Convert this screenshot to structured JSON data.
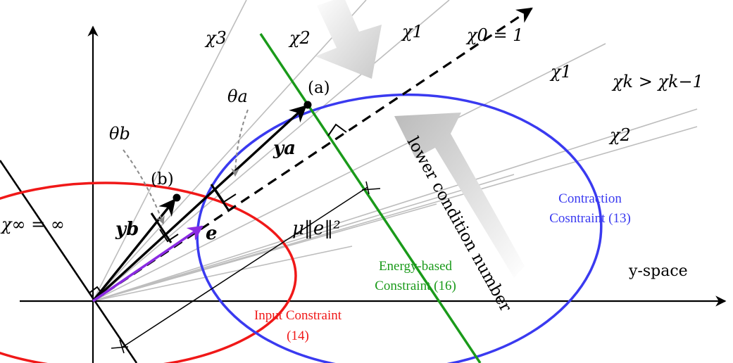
{
  "chi_labels": {
    "chi3": "χ3",
    "chi2_top": "χ2",
    "chi1_top": "χ1",
    "chi0": "χ0 = 1",
    "chi1_right": "χ1",
    "chi_k": "χk > χk−1",
    "chi2_right": "χ2",
    "chi_inf": "χ∞ = ∞"
  },
  "angles": {
    "theta_a": "θa",
    "theta_b": "θb"
  },
  "points": {
    "a": "(a)",
    "b": "(b)"
  },
  "vectors": {
    "y_a": "ya",
    "y_b": "yb",
    "e": "e"
  },
  "mu_label": "μ‖e‖²",
  "condition_label": "lower condition number",
  "space_label": "y-space",
  "constraints": {
    "contraction": {
      "line1": "Contraction",
      "line2": "Cosntraint (13)",
      "color": "#3a3af0"
    },
    "energy": {
      "line1": "Energy-based",
      "line2": "Constraint (16)",
      "color": "#1a9a1a"
    },
    "input": {
      "line1": "Input Constraint",
      "line2": "(14)",
      "color": "#f01818"
    }
  },
  "colors": {
    "e_vector": "#8a2be2",
    "rays": "#bdbdbd"
  }
}
